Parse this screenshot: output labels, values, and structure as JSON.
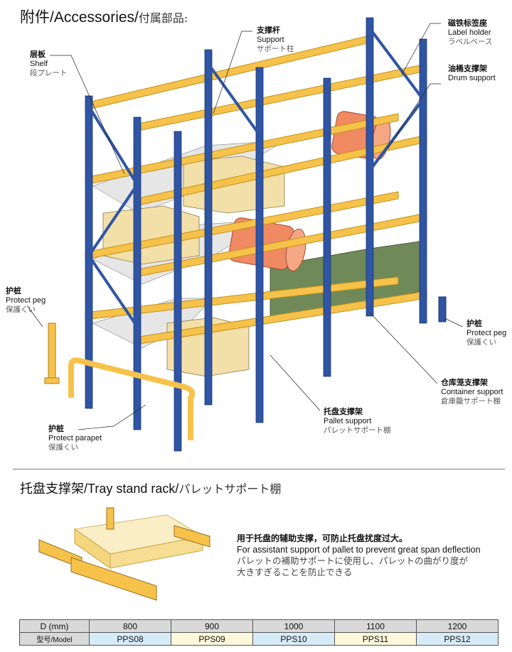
{
  "header": {
    "title_cn": "附件",
    "title_en": "/Accessories/",
    "title_jp": "付属部品:"
  },
  "callouts": [
    {
      "cn": "层板",
      "en": "Shelf",
      "jp": "段プレート"
    },
    {
      "cn": "支撑杆",
      "en": "Support",
      "jp": "サポート柱"
    },
    {
      "cn": "磁铁标签座",
      "en": "Label holder",
      "jp": "ラベルベース"
    },
    {
      "cn": "油桶支撑架",
      "en": "Drum support",
      "jp": ""
    },
    {
      "cn": "护桩",
      "en": "Protect peg",
      "jp": "保護くい"
    },
    {
      "cn": "护桩",
      "en": "Protect peg",
      "jp": "保護くい"
    },
    {
      "cn": "仓库笼支撑架",
      "en": "Container support",
      "jp": "倉庫籠サポート棚"
    },
    {
      "cn": "托盘支撑架",
      "en": "Pallet support",
      "jp": "パレットサポート棚"
    },
    {
      "cn": "护桩",
      "en": "Protect parapet",
      "jp": "保護くい"
    }
  ],
  "section2": {
    "title_cn": "托盘支撑架",
    "title_en": "/Tray stand rack/",
    "title_jp": "パレットサポート棚",
    "desc_cn": "用于托盘的辅助支撑，可防止托盘扰度过大。",
    "desc_en": "For assistant support of pallet to prevent great span deflection",
    "desc_jp1": "パレットの補助サポートに使用し、パレットの曲がり度が",
    "desc_jp2": "大きすぎることを防止できる"
  },
  "table": {
    "row1_header": "D (mm)",
    "row2_header": "型号/Model",
    "d": [
      "800",
      "900",
      "1000",
      "1100",
      "1200"
    ],
    "models": [
      "PPS08",
      "PPS09",
      "PPS10",
      "PPS11",
      "PPS12"
    ]
  },
  "colors": {
    "upright": "#2f55a4",
    "beam": "#f6c24a",
    "drum": "#f08a62",
    "crate": "#6f8a58",
    "box": "#f3dfa8"
  }
}
